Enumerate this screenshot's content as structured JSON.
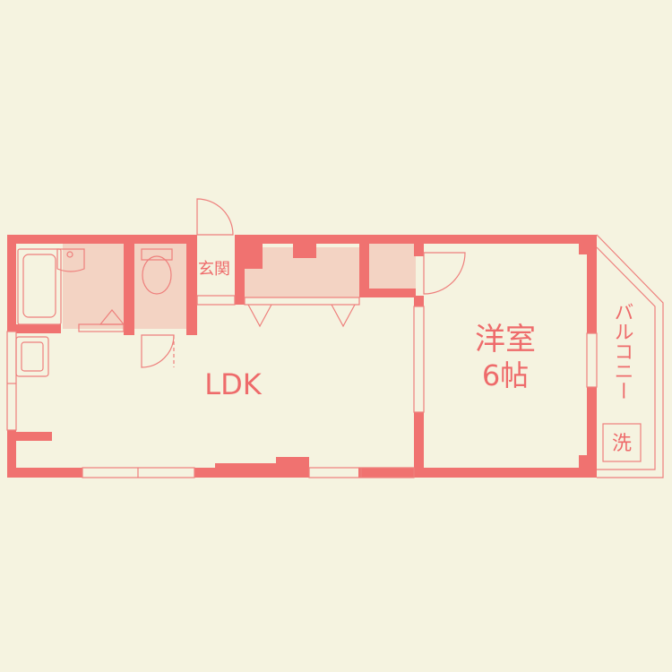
{
  "colors": {
    "background": "#f5f3e0",
    "wall": "#f07270",
    "fixture_fill": "#f3d3c3",
    "line": "#ee7f7c",
    "text": "#ee6b6b"
  },
  "rooms": {
    "genkan": "玄関",
    "ldk": "LDK",
    "western_room_name": "洋室",
    "western_room_size": "6帖",
    "balcony": "バルコニー",
    "washer": "洗"
  }
}
